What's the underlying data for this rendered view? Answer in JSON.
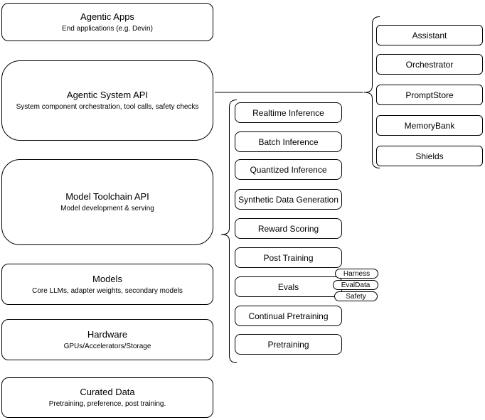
{
  "diagram": {
    "left_stack": [
      {
        "title": "Agentic Apps",
        "subtitle": "End applications (e.g. Devin)"
      },
      {
        "title": "Agentic System API",
        "subtitle": "System component orchestration, tool calls, safety checks"
      },
      {
        "title": "Model Toolchain API",
        "subtitle": "Model development & serving"
      },
      {
        "title": "Models",
        "subtitle": "Core LLMs, adapter weights, secondary models"
      },
      {
        "title": "Hardware",
        "subtitle": "GPUs/Accelerators/Storage"
      },
      {
        "title": "Curated Data",
        "subtitle": "Pretraining, preference, post training."
      }
    ],
    "toolchain_capabilities": [
      "Realtime Inference",
      "Batch Inference",
      "Quantized Inference",
      "Synthetic Data Generation",
      "Reward Scoring",
      "Post Training",
      "Evals",
      "Continual Pretraining",
      "Pretraining"
    ],
    "eval_tags": [
      "Harness",
      "EvalData",
      "Safety"
    ],
    "system_components": [
      "Assistant",
      "Orchestrator",
      "PromptStore",
      "MemoryBank",
      "Shields"
    ],
    "colors": {
      "stroke": "#000000",
      "canvas": "#ffffff"
    }
  }
}
